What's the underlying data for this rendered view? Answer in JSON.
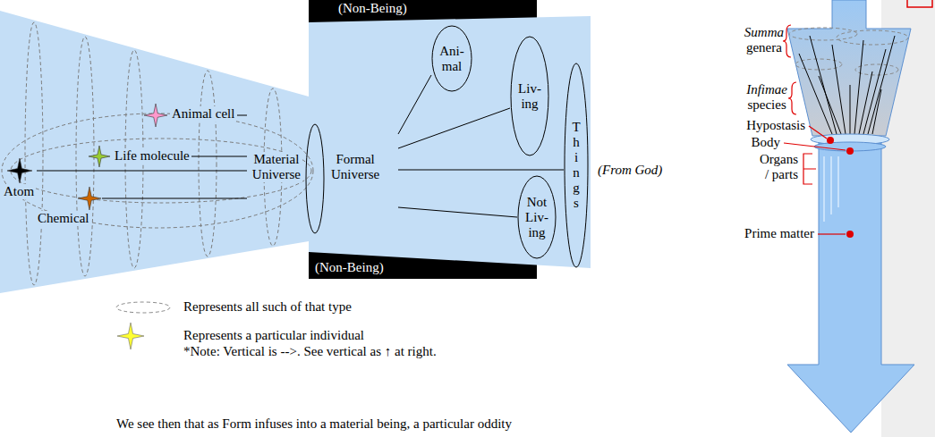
{
  "diagram": {
    "nodes": [
      {
        "text": [
          "Atom"
        ]
      },
      {
        "text": [
          "Chemical"
        ]
      },
      {
        "text": [
          "Life molecule"
        ]
      },
      {
        "text": [
          "Animal cell"
        ]
      },
      {
        "text": [
          "Material Universe",
          "Formal Universe"
        ]
      },
      {
        "text": [
          "Ani- mal"
        ]
      },
      {
        "text": [
          "Liv- ing"
        ]
      },
      {
        "text": [
          "Not Liv- ing"
        ]
      },
      {
        "text": [
          "T h i n g s"
        ]
      }
    ],
    "edges": [
      {
        "from": 0,
        "to": 4,
        "arrow": "none"
      },
      {
        "from": 1,
        "to": 4,
        "arrow": "none"
      },
      {
        "from": 2,
        "to": 4,
        "arrow": "none"
      },
      {
        "from": 3,
        "to": 4,
        "arrow": "none"
      },
      {
        "from": 4,
        "to": 5,
        "arrow": "none"
      },
      {
        "from": 4,
        "to": 6,
        "arrow": "none"
      },
      {
        "from": 4,
        "to": 7,
        "arrow": "none"
      },
      {
        "from": 4,
        "to": 8,
        "arrow": "none"
      }
    ],
    "labels": [
      "(Non-Being)",
      "(Non-Being)",
      "(From God)",
      "Summa genera",
      "Infimae species",
      "Hypostasis",
      "Body",
      "Organs / parts",
      "Prime matter",
      "*Note: Vertical is -->. See vertical as ↑ at right.",
      "We see then that as Form infuses into a material being, a particular oddity"
    ],
    "legend": [
      {
        "text": "Represents all such of that type"
      },
      {
        "text": "Represents a particular individual"
      }
    ]
  }
}
